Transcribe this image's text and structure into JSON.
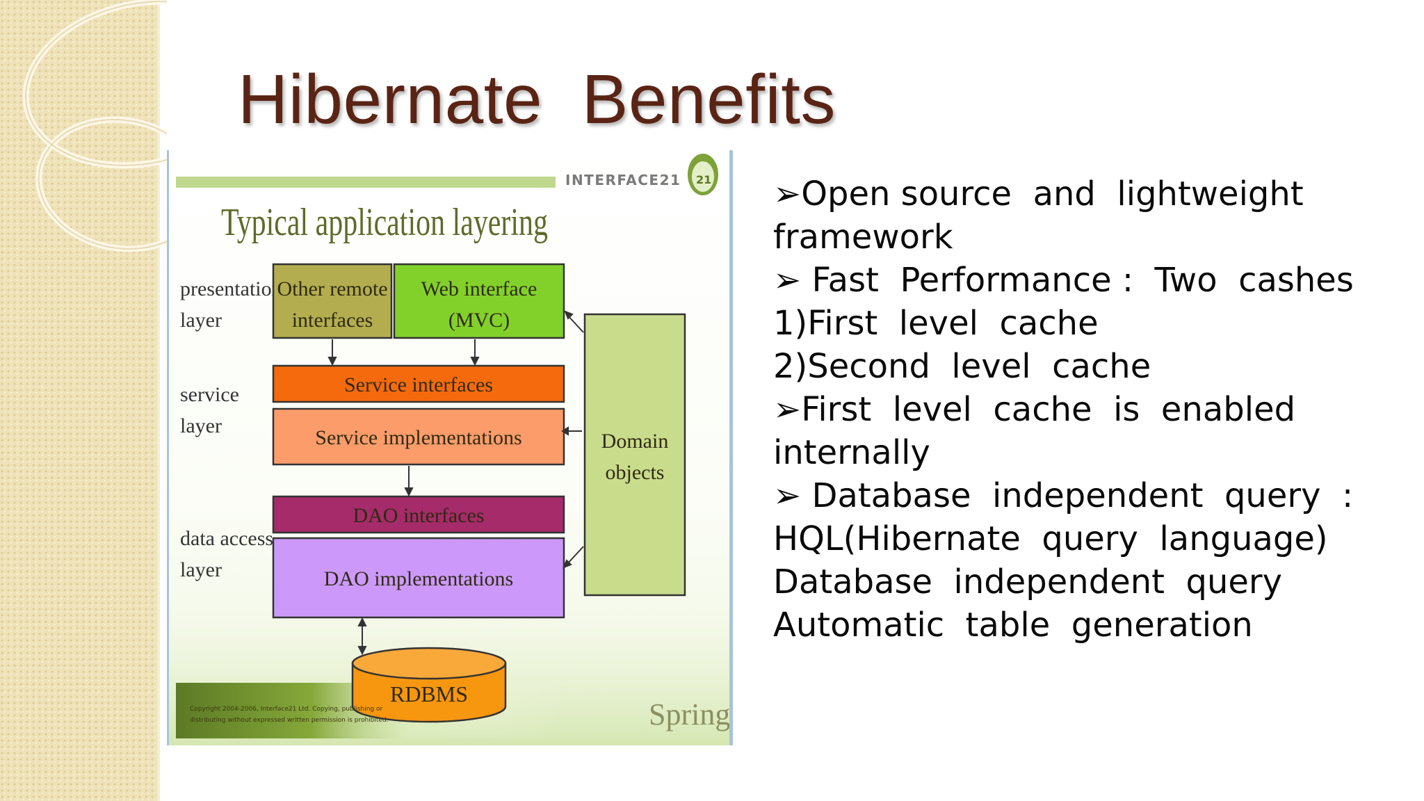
{
  "slide": {
    "title": "Hibernate  Benefits",
    "bullets": [
      "➢Open source  and  lightweight",
      "framework",
      "➢ Fast  Performance :  Two  cashes",
      "1)First  level  cache",
      "2)Second  level  cache",
      "➢First  level  cache  is  enabled",
      "internally",
      "➢ Database  independent  query  :",
      "HQL(Hibernate  query  language)",
      "Database  independent  query",
      "Automatic  table  generation"
    ]
  },
  "diagram": {
    "brand": "INTERFACE21",
    "brand_badge": "21",
    "title": "Typical application layering",
    "layer_labels": {
      "presentation": [
        "presentation",
        "layer"
      ],
      "service": [
        "service",
        "layer"
      ],
      "data_access": [
        "data access",
        "layer"
      ]
    },
    "boxes": {
      "other_remote": [
        "Other remote",
        "interfaces"
      ],
      "web_interface": [
        "Web interface",
        "(MVC)"
      ],
      "service_interfaces": "Service interfaces",
      "service_implementations": "Service implementations",
      "dao_interfaces": "DAO interfaces",
      "dao_implementations": "DAO implementations",
      "domain_objects": [
        "Domain",
        "objects"
      ],
      "rdbms": "RDBMS"
    },
    "footer": {
      "copyright_1": "Copyright 2004-2006, Interface21 Ltd. Copying, publishing or",
      "copyright_2": "distributing without expressed written permission is prohibited.",
      "spring": "Spring"
    },
    "colors": {
      "other_remote": "#b3ad50",
      "web_interface": "#82d12b",
      "service_interfaces": "#f56a0d",
      "service_implementations": "#fc9c6a",
      "dao_interfaces": "#a52b6a",
      "dao_implementations": "#cc99fb",
      "domain_objects": "#c9dc8c",
      "rdbms": "#f7960f",
      "title_text": "#5f6a2a"
    }
  }
}
